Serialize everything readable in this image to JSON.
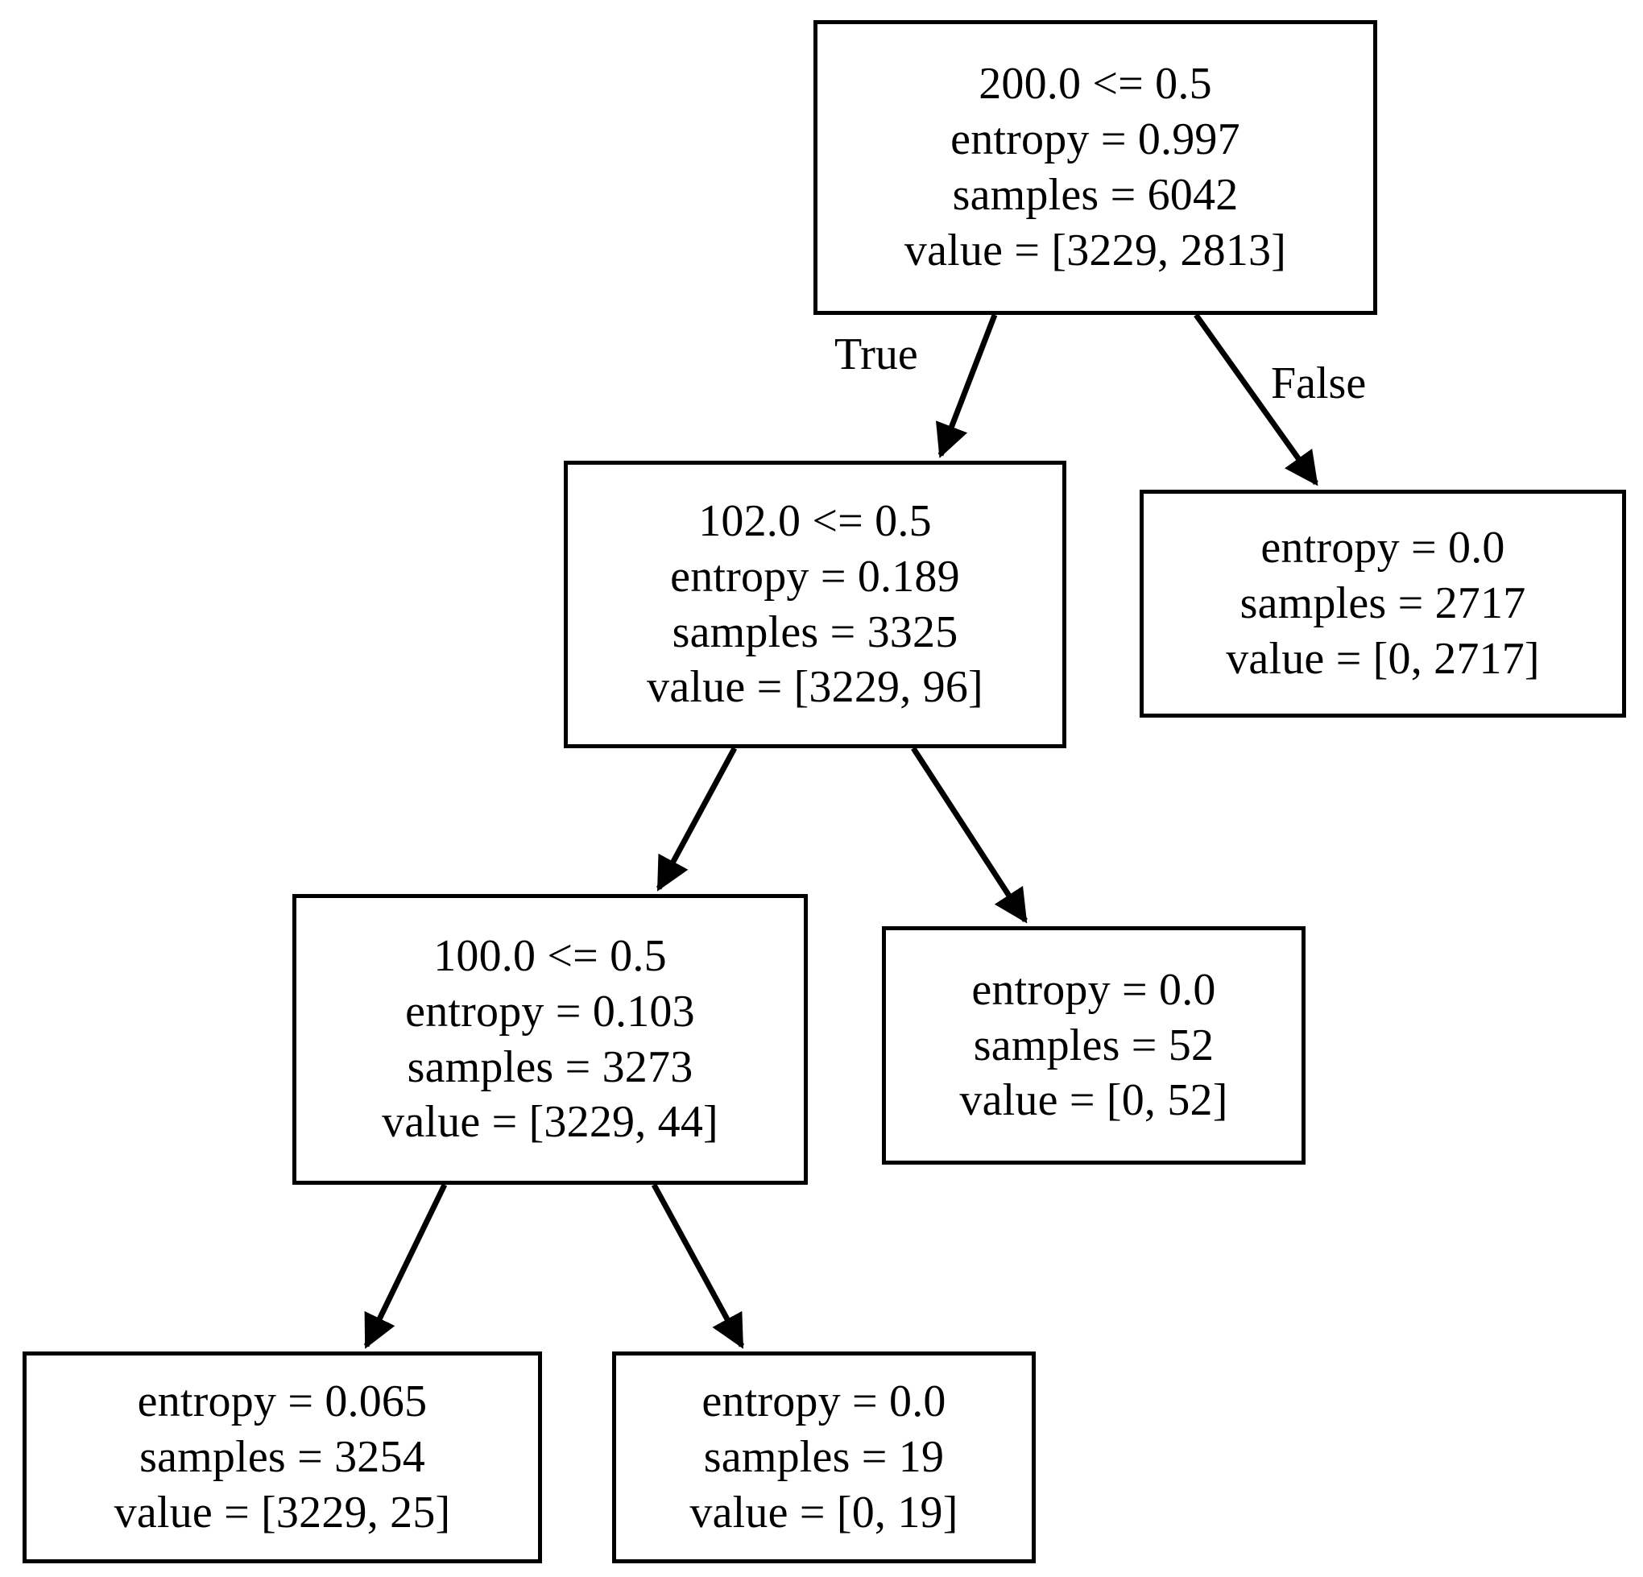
{
  "chart_data": {
    "type": "tree",
    "title": "",
    "criterion": "entropy",
    "class_count": 2,
    "edge_labels": {
      "true": "True",
      "false": "False"
    },
    "nodes": [
      {
        "id": "root",
        "kind": "split",
        "lines": [
          "200.0 <= 0.5",
          "entropy = 0.997",
          "samples = 6042",
          "value = [3229, 2813]"
        ],
        "feature": "200.0",
        "threshold": 0.5,
        "entropy": 0.997,
        "samples": 6042,
        "value": [
          3229,
          2813
        ]
      },
      {
        "id": "l1-left",
        "kind": "split",
        "lines": [
          "102.0 <= 0.5",
          "entropy = 0.189",
          "samples = 3325",
          "value = [3229, 96]"
        ],
        "feature": "102.0",
        "threshold": 0.5,
        "entropy": 0.189,
        "samples": 3325,
        "value": [
          3229,
          96
        ]
      },
      {
        "id": "l1-right",
        "kind": "leaf",
        "lines": [
          "entropy = 0.0",
          "samples = 2717",
          "value = [0, 2717]"
        ],
        "entropy": 0.0,
        "samples": 2717,
        "value": [
          0,
          2717
        ]
      },
      {
        "id": "l2-left",
        "kind": "split",
        "lines": [
          "100.0 <= 0.5",
          "entropy = 0.103",
          "samples = 3273",
          "value = [3229, 44]"
        ],
        "feature": "100.0",
        "threshold": 0.5,
        "entropy": 0.103,
        "samples": 3273,
        "value": [
          3229,
          44
        ]
      },
      {
        "id": "l2-right",
        "kind": "leaf",
        "lines": [
          "entropy = 0.0",
          "samples = 52",
          "value = [0, 52]"
        ],
        "entropy": 0.0,
        "samples": 52,
        "value": [
          0,
          52
        ]
      },
      {
        "id": "l3-left",
        "kind": "leaf",
        "lines": [
          "entropy = 0.065",
          "samples = 3254",
          "value = [3229, 25]"
        ],
        "entropy": 0.065,
        "samples": 3254,
        "value": [
          3229,
          25
        ]
      },
      {
        "id": "l3-right",
        "kind": "leaf",
        "lines": [
          "entropy = 0.0",
          "samples = 19",
          "value = [0, 19]"
        ],
        "entropy": 0.0,
        "samples": 19,
        "value": [
          0,
          19
        ]
      }
    ],
    "edges": [
      {
        "from": "root",
        "to": "l1-left",
        "label": "True"
      },
      {
        "from": "root",
        "to": "l1-right",
        "label": "False"
      },
      {
        "from": "l1-left",
        "to": "l2-left",
        "label": ""
      },
      {
        "from": "l1-left",
        "to": "l2-right",
        "label": ""
      },
      {
        "from": "l2-left",
        "to": "l3-left",
        "label": ""
      },
      {
        "from": "l2-left",
        "to": "l3-right",
        "label": ""
      }
    ],
    "colors": {
      "node_border": "#000000",
      "node_fill": "#ffffff",
      "edge": "#000000",
      "text": "#000000"
    }
  },
  "tree": {
    "root": {
      "line0": "200.0 <= 0.5",
      "line1": "entropy = 0.997",
      "line2": "samples = 6042",
      "line3": "value = [3229, 2813]"
    },
    "l1_left": {
      "line0": "102.0 <= 0.5",
      "line1": "entropy = 0.189",
      "line2": "samples = 3325",
      "line3": "value = [3229, 96]"
    },
    "l1_right": {
      "line0": "entropy = 0.0",
      "line1": "samples = 2717",
      "line2": "value = [0, 2717]"
    },
    "l2_left": {
      "line0": "100.0 <= 0.5",
      "line1": "entropy = 0.103",
      "line2": "samples = 3273",
      "line3": "value = [3229, 44]"
    },
    "l2_right": {
      "line0": "entropy = 0.0",
      "line1": "samples = 52",
      "line2": "value = [0, 52]"
    },
    "l3_left": {
      "line0": "entropy = 0.065",
      "line1": "samples = 3254",
      "line2": "value = [3229, 25]"
    },
    "l3_right": {
      "line0": "entropy = 0.0",
      "line1": "samples = 19",
      "line2": "value = [0, 19]"
    },
    "edge_true_label": "True",
    "edge_false_label": "False"
  }
}
